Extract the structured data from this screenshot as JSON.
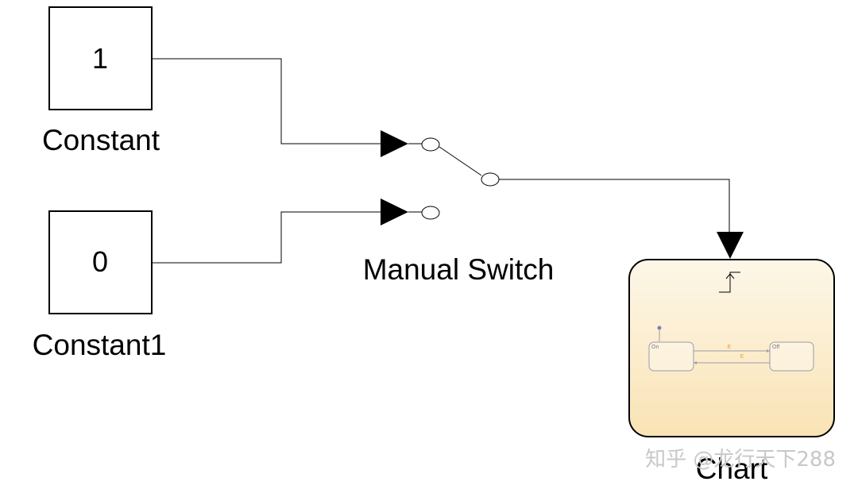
{
  "blocks": {
    "constant": {
      "value": "1",
      "label": "Constant"
    },
    "constant1": {
      "value": "0",
      "label": "Constant1"
    },
    "manual_switch": {
      "label": "Manual Switch"
    },
    "chart": {
      "label": "Chart",
      "states": {
        "on": "On",
        "off": "Off"
      },
      "transitions": {
        "on_to_off": "E",
        "off_to_on": "E"
      }
    }
  },
  "watermark": "知乎 @龙行天下288",
  "colors": {
    "chart_fill_top": "#fdf6e6",
    "chart_fill_bottom": "#fbe6b8",
    "chart_border": "#000000",
    "event_label": "#e0a23a",
    "default_transition_dot": "#8080b0"
  }
}
